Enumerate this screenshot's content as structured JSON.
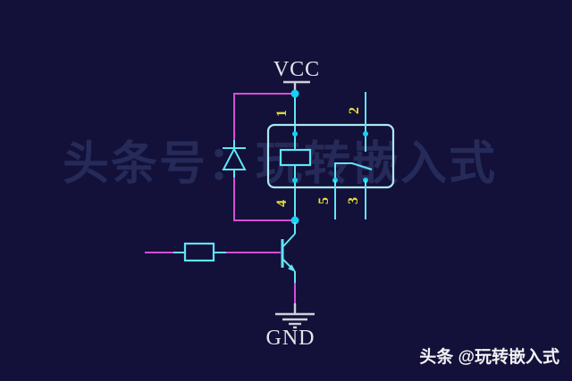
{
  "schematic": {
    "power_label": "VCC",
    "ground_label": "GND",
    "pin_labels": [
      "1",
      "2",
      "4",
      "5",
      "3"
    ]
  },
  "watermarks": {
    "center": "头条号：玩转嵌入式",
    "corner": "头条 @玩转嵌入式"
  },
  "colors": {
    "background": "#131039",
    "wire_magenta": "#d44fd4",
    "wire_cyan": "#5fe6f5",
    "outline_cyan": "#ace8f2",
    "dot_cyan": "#14d2f0",
    "pin_yellow": "#e5e13a",
    "text_white": "#e6e6ec",
    "watermark": "#252a58",
    "corner_white": "#f2f2f4"
  }
}
